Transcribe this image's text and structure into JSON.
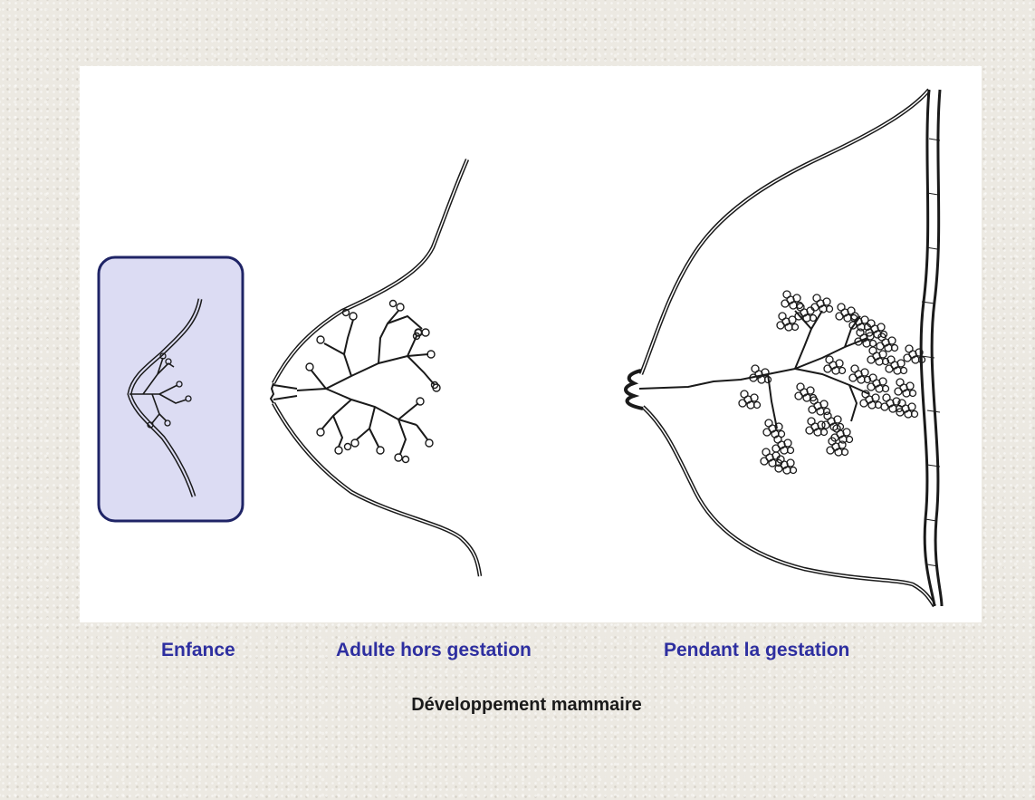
{
  "diagram": {
    "stages": [
      {
        "label": "Enfance"
      },
      {
        "label": "Adulte hors gestation"
      },
      {
        "label": "Pendant la gestation"
      }
    ],
    "caption": "Développement mammaire",
    "colors": {
      "label_text": "#2e2fa0",
      "highlight_fill": "#dcdcf3",
      "highlight_border": "#1f2466",
      "line": "#1a1a1a"
    }
  }
}
